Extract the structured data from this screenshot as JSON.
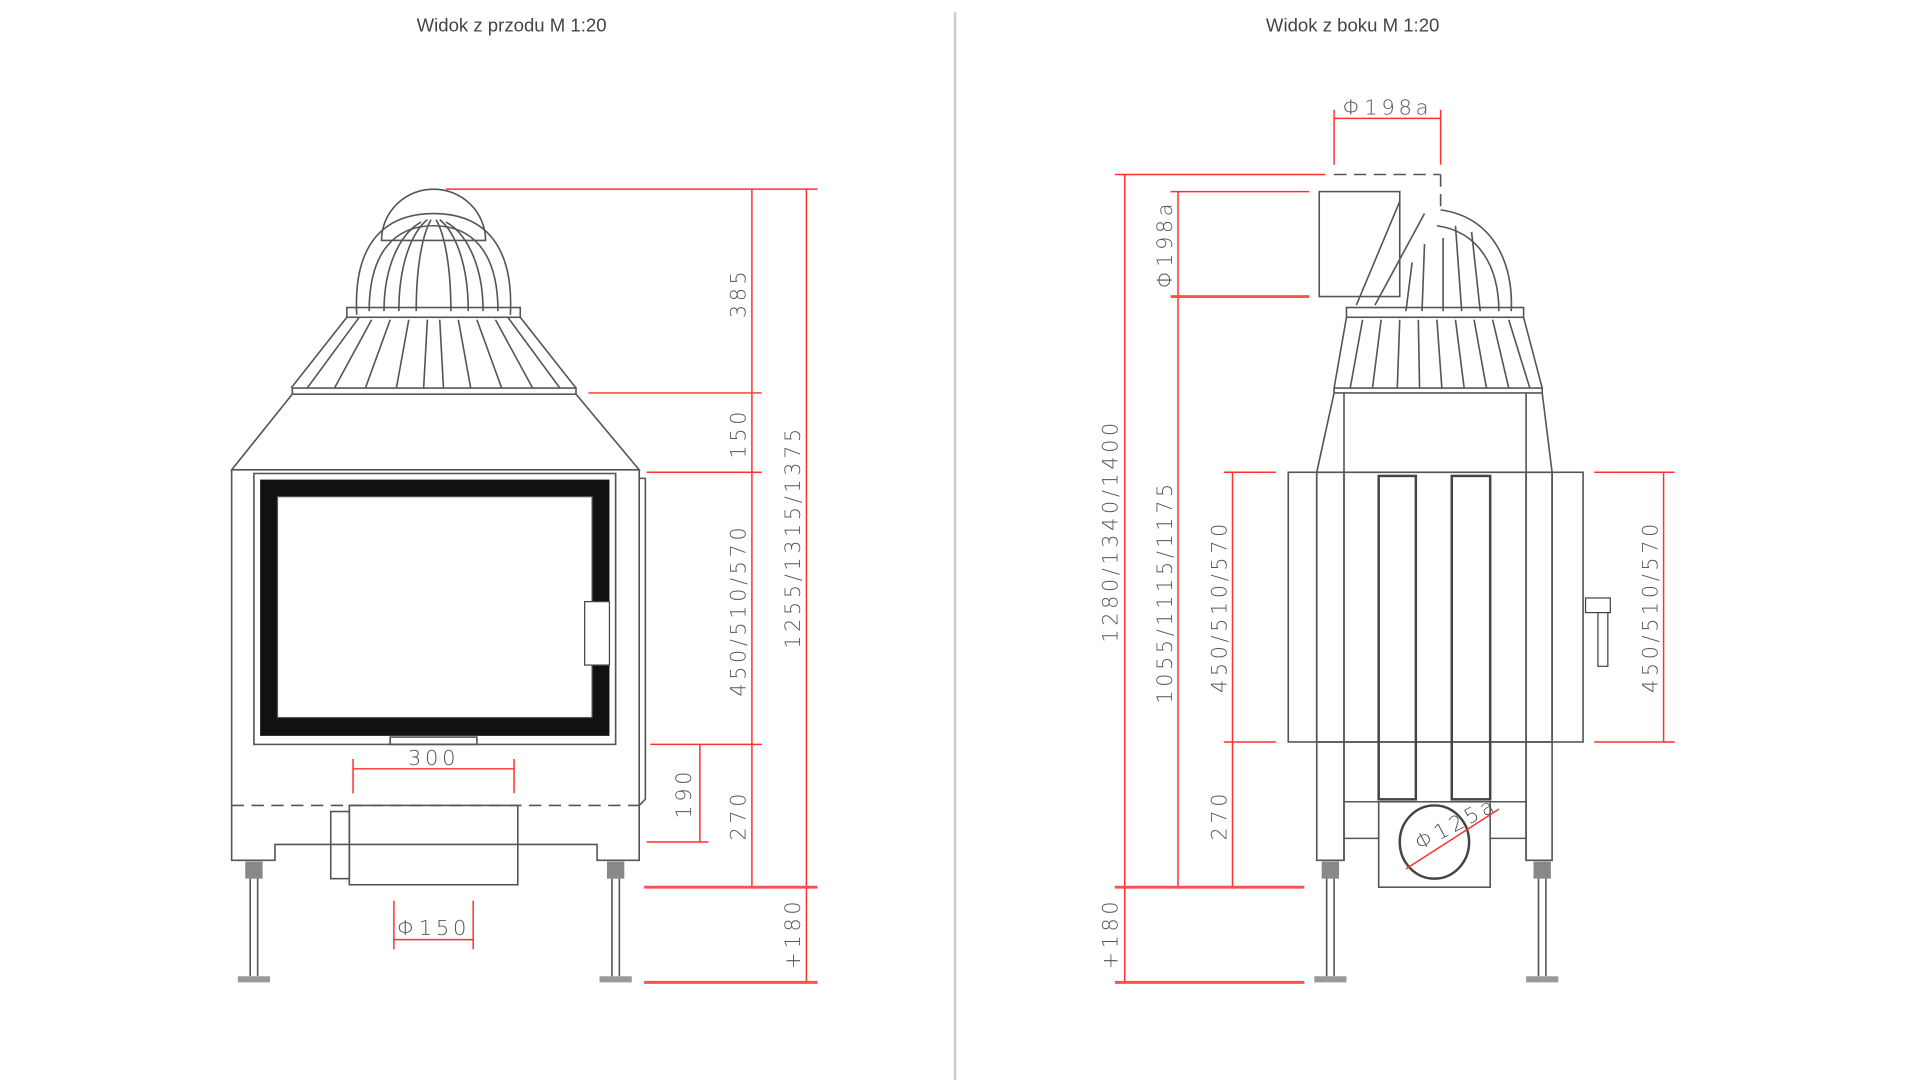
{
  "front_view": {
    "title": "Widok z przodu M 1:20",
    "dims": {
      "top_cap": "385",
      "transition": "150",
      "door_height": "450/510/570",
      "total_height": "1255/1315/1375",
      "base_190": "190",
      "base_270": "270",
      "legs": "+180",
      "width_300": "300",
      "flue_diameter": "Φ150"
    }
  },
  "side_view": {
    "title": "Widok z boku M 1:20",
    "dims": {
      "top_flue": "Φ198a",
      "side_flue": "Φ198a",
      "total_height": "1280/1340/1400",
      "flue_height": "1055/1115/1175",
      "door_height": "450/510/570",
      "base_270": "270",
      "legs": "+180",
      "panel_height": "450/510/570",
      "air_inlet": "Φ125a"
    }
  },
  "colors": {
    "dimension": "#ff3030",
    "line": "#555555",
    "divider": "#cccccc"
  }
}
